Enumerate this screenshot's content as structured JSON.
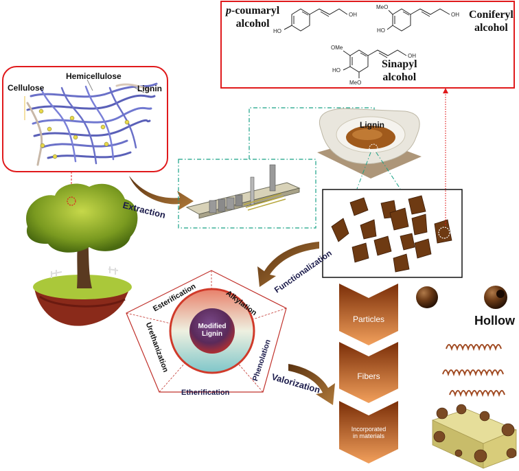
{
  "monomers": {
    "p_coumaryl": {
      "italic_prefix": "p",
      "rest": "-coumaryl",
      "line2": "alcohol"
    },
    "coniferyl": {
      "line1": "Coniferyl",
      "line2": "alcohol"
    },
    "sinapyl": {
      "line1": "Sinapyl",
      "line2": "alcohol"
    },
    "groups": {
      "oh": "OH",
      "ho": "HO",
      "ome": "OMe",
      "meo": "MeO"
    }
  },
  "biomass": {
    "cellulose": "Cellulose",
    "hemicellulose": "Hemicellulose",
    "lignin": "Lignin"
  },
  "lignin_dish_label": "Lignin",
  "arrows": {
    "extraction": "Extraction",
    "functionalization": "Functionalization",
    "valorization": "Valorization"
  },
  "pentagon": {
    "esterification": "Esterification",
    "alkylation": "Alkylation",
    "phenolation": "Phenolation",
    "etherification": "Etherification",
    "urethanization": "Urethanization",
    "center_line1": "Modified",
    "center_line2": "Lignin"
  },
  "chevrons": {
    "particles": "Particles",
    "fibers": "Fibers",
    "incorporated_line1": "Incorporated",
    "incorporated_line2": "in materials"
  },
  "hollow_label": "Hollow",
  "colors": {
    "red_frame": "#e0191b",
    "green_dash": "#16a085",
    "brown_arrow": "#6b3f12",
    "chevron_top": "#7a2e08",
    "chevron_bottom": "#f2a05c",
    "lignin_brown": "#6e3a12"
  }
}
